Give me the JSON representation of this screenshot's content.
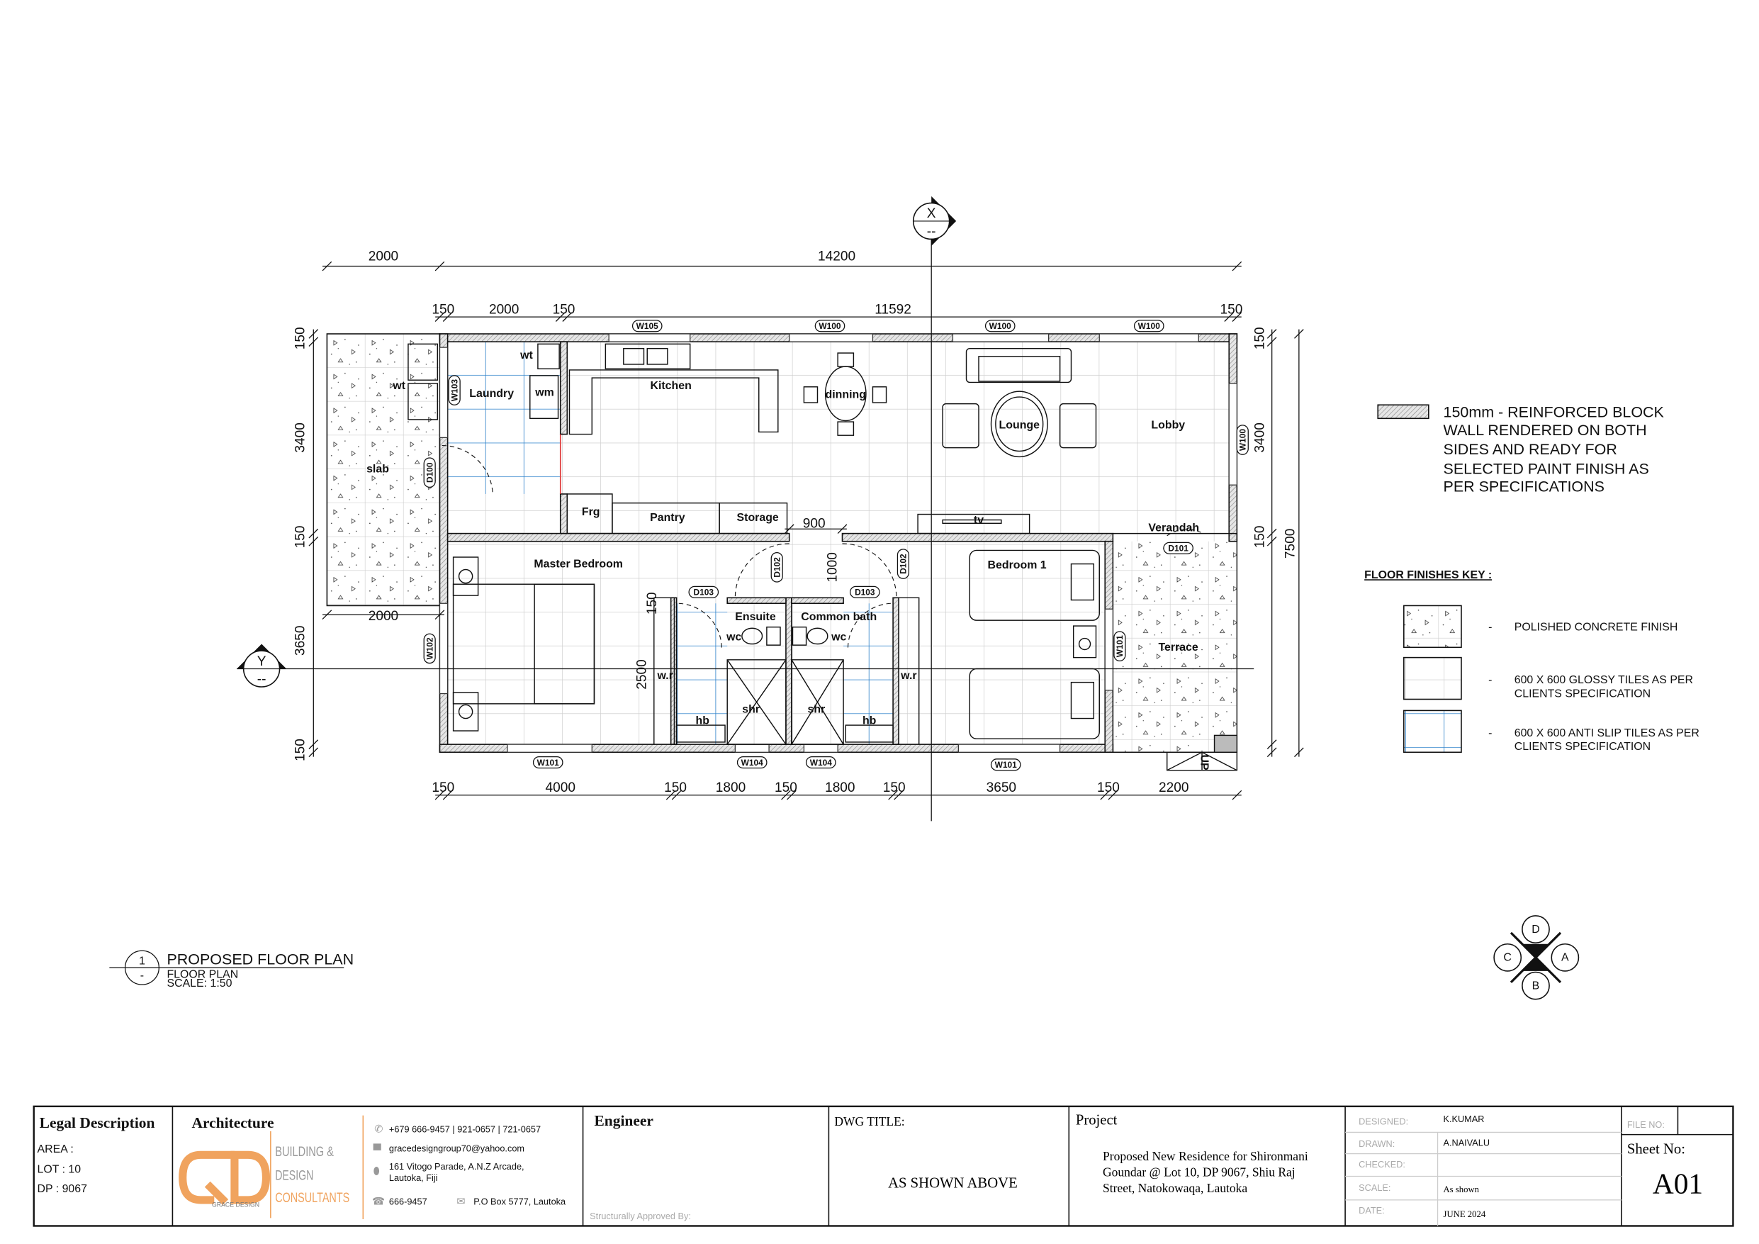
{
  "dimensions": {
    "top_overall": [
      "2000",
      "14200"
    ],
    "top_inner": [
      "150",
      "2000",
      "150",
      "11592",
      "150"
    ],
    "left": [
      "150",
      "3400",
      "150",
      "3650",
      "150"
    ],
    "right": [
      "150",
      "3400",
      "150",
      "7500"
    ],
    "bottom": [
      "150",
      "4000",
      "150",
      "1800",
      "150",
      "1800",
      "150",
      "3650",
      "150",
      "2200"
    ],
    "misc": {
      "slab_width": "2000",
      "hall_width": "900",
      "hall_depth": "1000",
      "closet_depth": "2500",
      "bath_wall": "150"
    }
  },
  "section_markers": {
    "x_label": "X",
    "y_label": "Y",
    "sheet_ref": "--"
  },
  "rooms": {
    "laundry": "Laundry",
    "kitchen": "Kitchen",
    "dining": "dinning",
    "lounge": "Lounge",
    "lobby": "Lobby",
    "slab": "slab",
    "fridge": "Frg",
    "pantry": "Pantry",
    "storage": "Storage",
    "verandah": "Verandah",
    "tv": "tv",
    "master_bedroom": "Master Bedroom",
    "bedroom1": "Bedroom 1",
    "ensuite": "Ensuite",
    "common_bath": "Common bath",
    "terrace": "Terrace",
    "wc": "wc",
    "wardrobe": "w.r",
    "handbasin": "hb",
    "shower": "shr",
    "washtub": "wt",
    "washing_machine": "wm",
    "up": "UP"
  },
  "tags": {
    "w105": "W105",
    "w100": "W100",
    "w103": "W103",
    "d100": "D100",
    "d101": "D101",
    "d102": "D102",
    "d103": "D103",
    "w102": "W102",
    "w101": "W101",
    "w104": "W104"
  },
  "legend": {
    "wall_lines": [
      "150mm - REINFORCED BLOCK",
      "WALL RENDERED ON BOTH",
      "SIDES AND READY FOR",
      "SELECTED PAINT FINISH AS",
      "PER SPECIFICATIONS"
    ],
    "floor_key_title": "FLOOR FINISHES KEY :",
    "dash": "-",
    "items": [
      {
        "lines": [
          "POLISHED CONCRETE FINISH"
        ]
      },
      {
        "lines": [
          "600 X 600 GLOSSY TILES AS PER",
          "CLIENTS SPECIFICATION"
        ]
      },
      {
        "lines": [
          "600 X 600 ANTI SLIP TILES AS PER",
          "CLIENTS SPECIFICATION"
        ]
      }
    ],
    "anti_slip_color": "#2a7fc9"
  },
  "compass": {
    "top": "D",
    "right": "A",
    "bottom": "B",
    "left": "C",
    "ref": "--"
  },
  "plan_title": {
    "number": "1",
    "sheet": "-",
    "title": "PROPOSED FLOOR PLAN",
    "subtitle": "FLOOR PLAN",
    "scale": "SCALE: 1:50"
  },
  "title_block": {
    "legal_heading": "Legal Description",
    "area": "AREA  :",
    "lot": "LOT  :  10",
    "dp": "DP  :  9067",
    "architecture_heading": "Architecture",
    "logo_text": "GRACE DESIGN",
    "logo_tagline": [
      "BUILDING &",
      "DESIGN",
      "CONSULTANTS"
    ],
    "phone": "+679 666-9457  |  921-0657  | 721-0657",
    "email": "gracedesigngroup70@yahoo.com",
    "address": [
      "161 Vitogo Parade, A.N.Z Arcade,",
      "Lautoka, Fiji"
    ],
    "fax": "666-9457",
    "po_box": "P.O Box 5777, Lautoka",
    "brand_color": "#f0a35e",
    "engineer_heading": "Engineer",
    "structural_approval": "Structurally Approved By:",
    "dwg_title_label": "DWG TITLE:",
    "dwg_title": "AS SHOWN ABOVE",
    "project_heading": "Project",
    "project_lines": [
      "Proposed New Residence for Shironmani",
      "Goundar @ Lot 10, DP 9067, Shiu Raj",
      "Street, Natokowaqa, Lautoka"
    ],
    "designed_label": "DESIGNED:",
    "designed": "K.KUMAR",
    "drawn_label": "DRAWN:",
    "drawn": "A.NAIVALU",
    "checked_label": "CHECKED:",
    "scale_label": "SCALE:",
    "scale": "As shown",
    "date_label": "DATE:",
    "date": "JUNE 2024",
    "file_no_label": "FILE NO:",
    "sheet_no_label": "Sheet No:",
    "sheet_no": "A01"
  }
}
